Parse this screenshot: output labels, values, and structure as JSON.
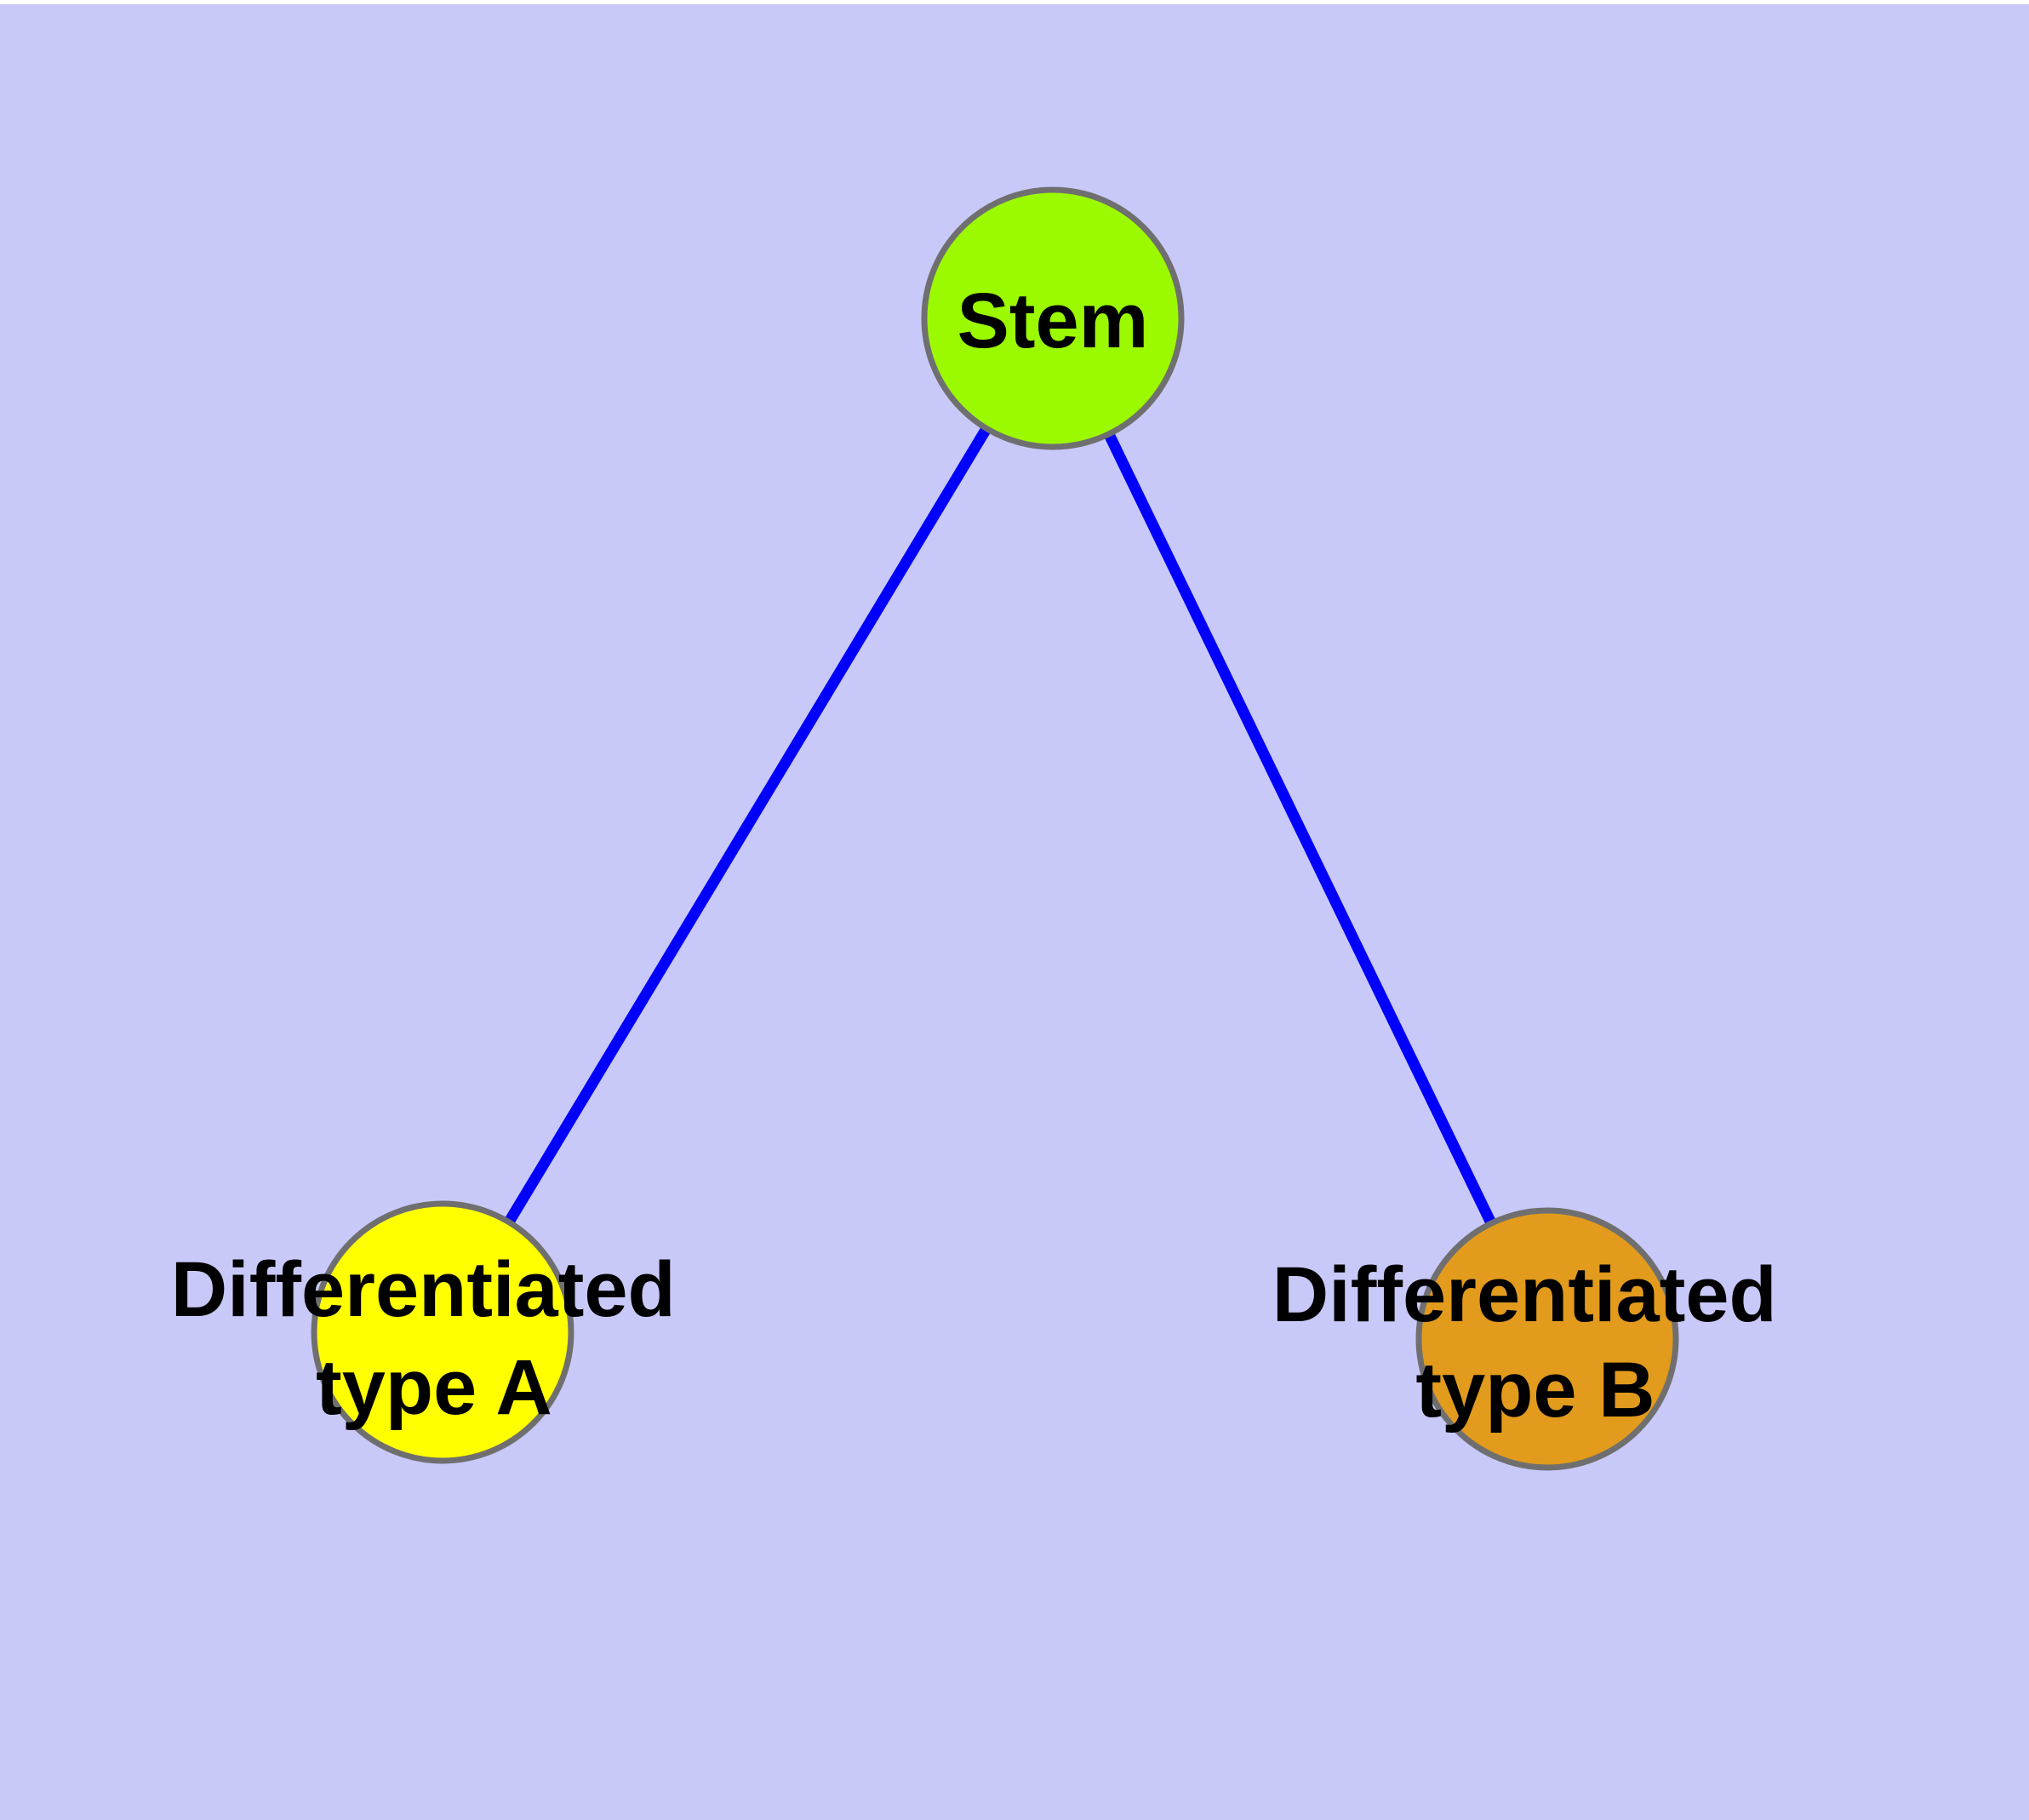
{
  "graph": {
    "nodes": {
      "stem": {
        "id": "stem",
        "label": "Stem",
        "fill": "#9bf900"
      },
      "type_a": {
        "id": "type_a",
        "label": "Differentiated type A",
        "label_lines": [
          "Differentiated",
          "type A"
        ],
        "fill": "#ffff00"
      },
      "type_b": {
        "id": "type_b",
        "label": "Differentiated type B",
        "label_lines": [
          "Differentiated",
          "type B"
        ],
        "fill": "#e29b1d"
      }
    },
    "edges": [
      {
        "from": "stem",
        "to": "type_a"
      },
      {
        "from": "stem",
        "to": "type_b"
      }
    ]
  },
  "colors": {
    "background": "#c9c9f9",
    "top_margin": "#ffffff",
    "edge_line": "#0101fb",
    "node_border": "#6f6f6f",
    "label_text": "#000000"
  }
}
